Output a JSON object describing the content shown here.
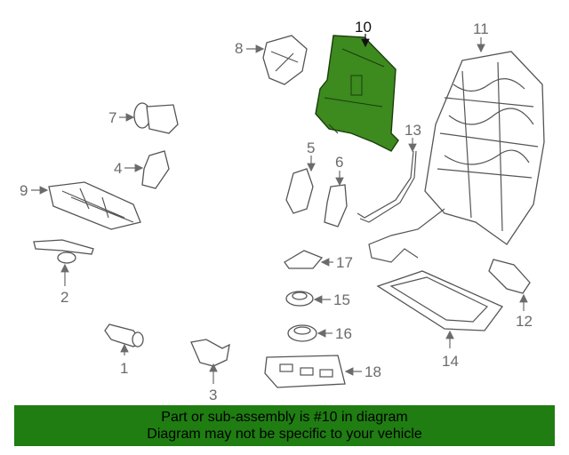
{
  "highlight_color": "#3d8a1f",
  "banner_color": "#1f7d12",
  "callouts": {
    "c1": "1",
    "c2": "2",
    "c3": "3",
    "c4": "4",
    "c5": "5",
    "c6": "6",
    "c7": "7",
    "c8": "8",
    "c9": "9",
    "c10": "10",
    "c11": "11",
    "c12": "12",
    "c13": "13",
    "c14": "14",
    "c15": "15",
    "c16": "16",
    "c17": "17",
    "c18": "18"
  },
  "banner": {
    "line1": "Part or sub-assembly is #10 in diagram",
    "line2": "Diagram may not be specific to your vehicle"
  }
}
